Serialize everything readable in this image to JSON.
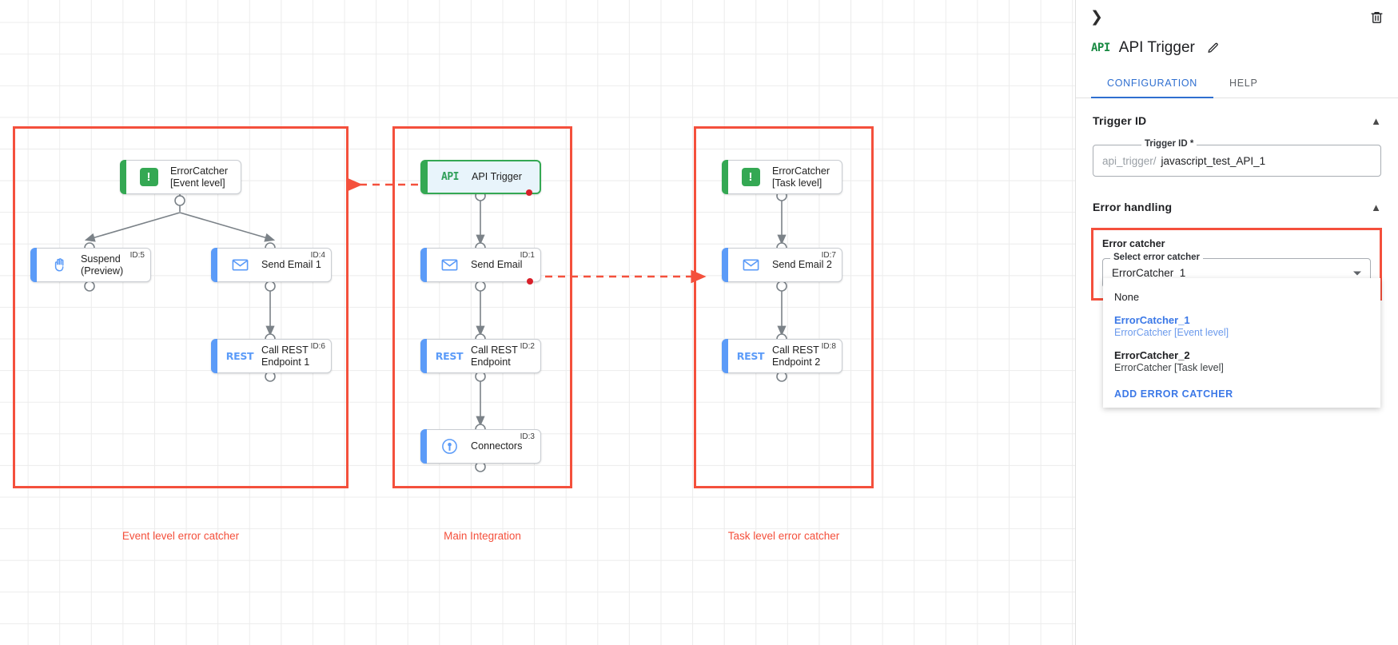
{
  "canvas": {
    "groups": [
      {
        "caption": "Event level error catcher"
      },
      {
        "caption": "Main Integration"
      },
      {
        "caption": "Task level error catcher"
      }
    ],
    "nodes": {
      "err_event": {
        "icon": "error-catcher-icon",
        "label": "ErrorCatcher\n[Event level]",
        "id": ""
      },
      "suspend": {
        "icon": "hand-icon",
        "label": "Suspend\n(Preview)",
        "id": "ID:5"
      },
      "send_email1": {
        "icon": "envelope-icon",
        "label": "Send Email 1",
        "id": "ID:4"
      },
      "rest1": {
        "icon": "rest-icon",
        "label": "Call REST\nEndpoint 1",
        "id": "ID:6"
      },
      "api_trigger": {
        "icon": "api-icon",
        "label": "API Trigger",
        "id": ""
      },
      "send_email": {
        "icon": "envelope-icon",
        "label": "Send Email",
        "id": "ID:1"
      },
      "rest_main": {
        "icon": "rest-icon",
        "label": "Call REST\nEndpoint",
        "id": "ID:2"
      },
      "connectors": {
        "icon": "connectors-icon",
        "label": "Connectors",
        "id": "ID:3"
      },
      "err_task": {
        "icon": "error-catcher-icon",
        "label": "ErrorCatcher\n[Task level]",
        "id": ""
      },
      "send_email2": {
        "icon": "envelope-icon",
        "label": "Send Email 2",
        "id": "ID:7"
      },
      "rest2": {
        "icon": "rest-icon",
        "label": "Call REST\nEndpoint 2",
        "id": "ID:8"
      }
    },
    "icon_text": {
      "api": "API",
      "rest": "REST",
      "errcatch": "!"
    },
    "colors": {
      "group_border": "#f4503c",
      "selected": "#34a853",
      "node_accent": "#5b9bf8",
      "error_dot": "#d8202a"
    }
  },
  "panel": {
    "collapse_icon": "chevron-right-icon",
    "delete_icon": "trash-icon",
    "title": "API Trigger",
    "title_icon_text": "API",
    "edit_icon": "pencil-icon",
    "tabs": [
      {
        "label": "CONFIGURATION",
        "active": true
      },
      {
        "label": "HELP",
        "active": false
      }
    ],
    "trigger_section": {
      "title": "Trigger ID",
      "field_legend": "Trigger ID *",
      "prefix": "api_trigger/",
      "value": "javascript_test_API_1"
    },
    "error_section": {
      "title": "Error handling",
      "error_catcher_label": "Error catcher",
      "select_legend": "Select error catcher",
      "selected_value": "ErrorCatcher_1",
      "options": [
        {
          "main": "None",
          "sub": "",
          "selected": false
        },
        {
          "main": "ErrorCatcher_1",
          "sub": "ErrorCatcher [Event level]",
          "selected": true
        },
        {
          "main": "ErrorCatcher_2",
          "sub": "ErrorCatcher [Task level]",
          "selected": false
        }
      ],
      "add_action": "ADD ERROR CATCHER"
    }
  }
}
